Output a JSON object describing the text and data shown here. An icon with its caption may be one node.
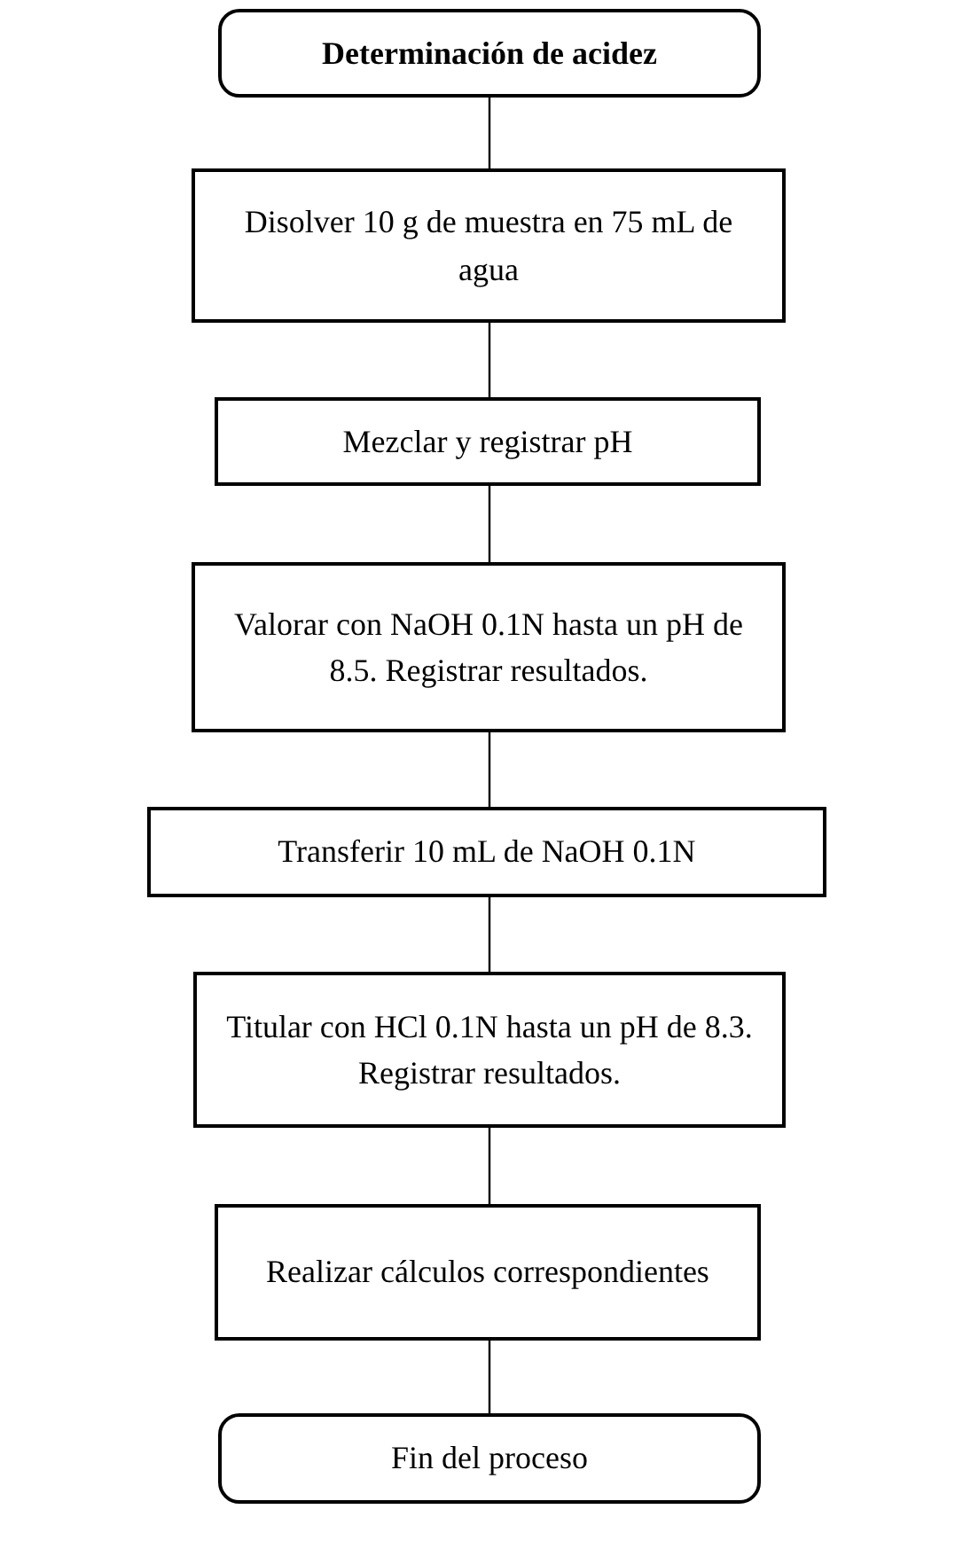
{
  "diagram": {
    "nodes": [
      {
        "text": [
          "Determinación de acidez"
        ]
      },
      {
        "text": [
          "Disolver 10 g de muestra en 75 mL de agua"
        ]
      },
      {
        "text": [
          "Mezclar y registrar pH"
        ]
      },
      {
        "text": [
          "Valorar con NaOH 0.1N hasta un pH de 8.5. Registrar resultados."
        ]
      },
      {
        "text": [
          "Transferir 10 mL de NaOH 0.1N"
        ]
      },
      {
        "text": [
          "Titular con HCl 0.1N hasta un pH de 8.3. Registrar resultados."
        ]
      },
      {
        "text": [
          "Realizar cálculos correspondientes"
        ]
      },
      {
        "text": [
          "Fin del proceso"
        ]
      }
    ],
    "edges": [
      {
        "from": 0,
        "to": 1,
        "arrow": "none"
      },
      {
        "from": 1,
        "to": 2,
        "arrow": "none"
      },
      {
        "from": 2,
        "to": 3,
        "arrow": "none"
      },
      {
        "from": 3,
        "to": 4,
        "arrow": "none"
      },
      {
        "from": 4,
        "to": 5,
        "arrow": "none"
      },
      {
        "from": 5,
        "to": 6,
        "arrow": "none"
      },
      {
        "from": 6,
        "to": 7,
        "arrow": "none"
      }
    ]
  }
}
